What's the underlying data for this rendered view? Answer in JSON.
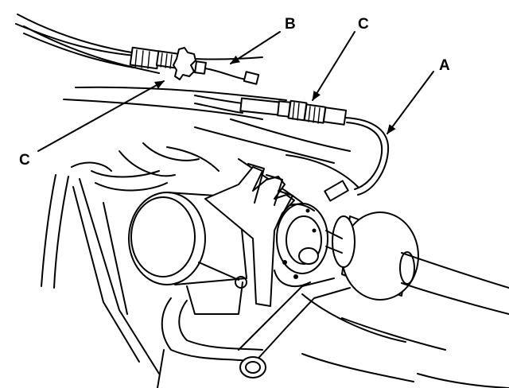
{
  "labels": {
    "a": "A",
    "b": "B",
    "c_upper": "C",
    "c_lower": "C"
  }
}
